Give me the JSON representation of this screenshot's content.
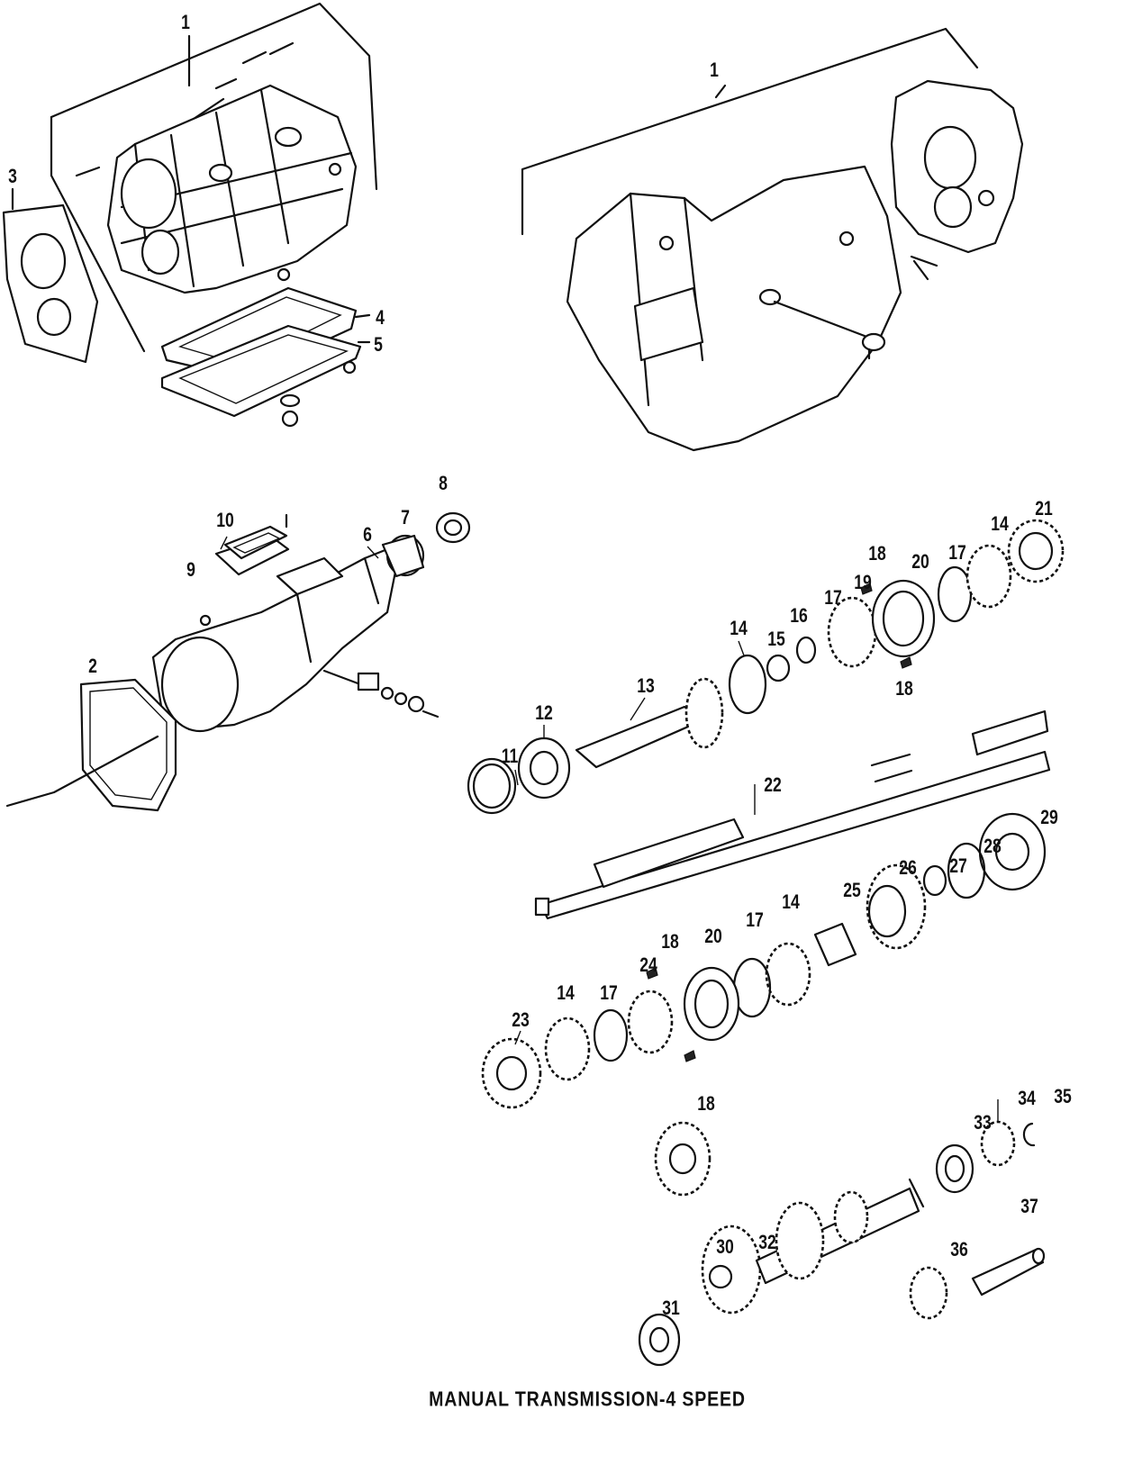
{
  "caption": "MANUAL TRANSMISSION-4 SPEED",
  "callouts": [
    {
      "id": "c1a",
      "label": "1"
    },
    {
      "id": "c1b",
      "label": "1"
    },
    {
      "id": "c2",
      "label": "2"
    },
    {
      "id": "c3",
      "label": "3"
    },
    {
      "id": "c4",
      "label": "4"
    },
    {
      "id": "c5",
      "label": "5"
    },
    {
      "id": "c6",
      "label": "6"
    },
    {
      "id": "c7",
      "label": "7"
    },
    {
      "id": "c8",
      "label": "8"
    },
    {
      "id": "c9",
      "label": "9"
    },
    {
      "id": "c10",
      "label": "10"
    },
    {
      "id": "c11",
      "label": "11"
    },
    {
      "id": "c12",
      "label": "12"
    },
    {
      "id": "c13",
      "label": "13"
    },
    {
      "id": "c14a",
      "label": "14"
    },
    {
      "id": "c14b",
      "label": "14"
    },
    {
      "id": "c14c",
      "label": "14"
    },
    {
      "id": "c14d",
      "label": "14"
    },
    {
      "id": "c15",
      "label": "15"
    },
    {
      "id": "c16",
      "label": "16"
    },
    {
      "id": "c17a",
      "label": "17"
    },
    {
      "id": "c17b",
      "label": "17"
    },
    {
      "id": "c17c",
      "label": "17"
    },
    {
      "id": "c17d",
      "label": "17"
    },
    {
      "id": "c18a",
      "label": "18"
    },
    {
      "id": "c18b",
      "label": "18"
    },
    {
      "id": "c18c",
      "label": "18"
    },
    {
      "id": "c18d",
      "label": "18"
    },
    {
      "id": "c19",
      "label": "19"
    },
    {
      "id": "c20a",
      "label": "20"
    },
    {
      "id": "c20b",
      "label": "20"
    },
    {
      "id": "c21",
      "label": "21"
    },
    {
      "id": "c22",
      "label": "22"
    },
    {
      "id": "c23",
      "label": "23"
    },
    {
      "id": "c24",
      "label": "24"
    },
    {
      "id": "c25",
      "label": "25"
    },
    {
      "id": "c26",
      "label": "26"
    },
    {
      "id": "c27",
      "label": "27"
    },
    {
      "id": "c28",
      "label": "28"
    },
    {
      "id": "c29",
      "label": "29"
    },
    {
      "id": "c30",
      "label": "30"
    },
    {
      "id": "c31",
      "label": "31"
    },
    {
      "id": "c32",
      "label": "32"
    },
    {
      "id": "c33",
      "label": "33"
    },
    {
      "id": "c34",
      "label": "34"
    },
    {
      "id": "c35",
      "label": "35"
    },
    {
      "id": "c36",
      "label": "36"
    },
    {
      "id": "c37",
      "label": "37"
    }
  ]
}
